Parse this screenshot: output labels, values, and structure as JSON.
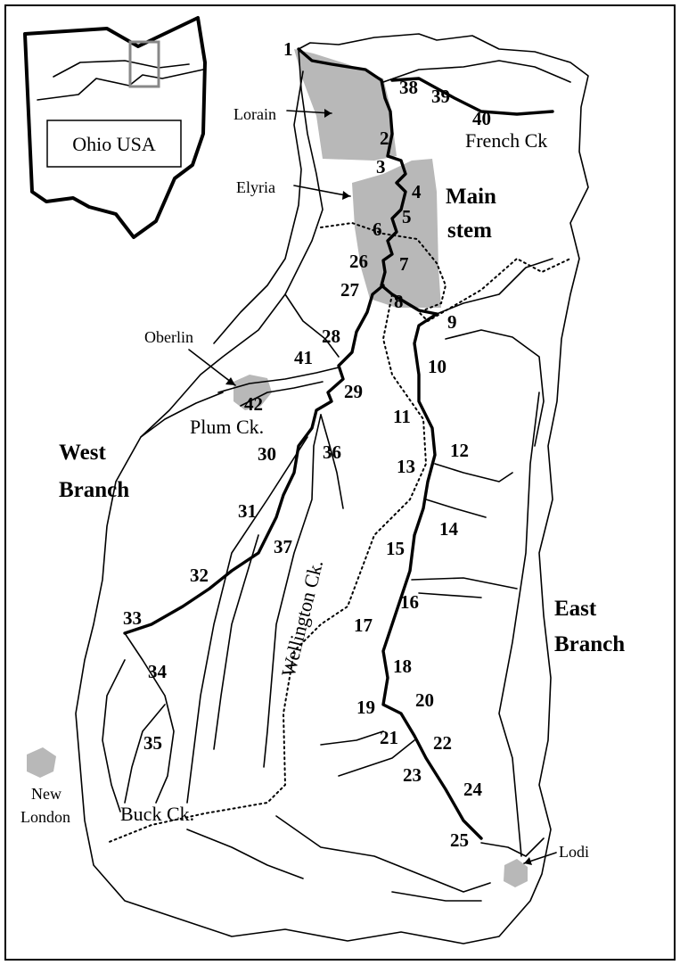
{
  "inset": {
    "label": "Ohio USA"
  },
  "regions": {
    "main_stem_line1": "Main",
    "main_stem_line2": "stem",
    "west_branch_line1": "West",
    "west_branch_line2": "Branch",
    "east_branch_line1": "East",
    "east_branch_line2": "Branch"
  },
  "places": {
    "lorain": "Lorain",
    "elyria": "Elyria",
    "oberlin": "Oberlin",
    "new_london_line1": "New",
    "new_london_line2": "London",
    "lodi": "Lodi"
  },
  "creeks": {
    "french": "French Ck",
    "plum": "Plum Ck.",
    "wellington": "Wellington Ck.",
    "buck": "Buck Ck."
  },
  "sites": [
    "1",
    "2",
    "3",
    "4",
    "5",
    "6",
    "7",
    "8",
    "9",
    "10",
    "11",
    "12",
    "13",
    "14",
    "15",
    "16",
    "17",
    "18",
    "19",
    "20",
    "21",
    "22",
    "23",
    "24",
    "25",
    "26",
    "27",
    "28",
    "29",
    "30",
    "31",
    "32",
    "33",
    "34",
    "35",
    "36",
    "37",
    "38",
    "39",
    "40",
    "41",
    "42"
  ],
  "colors": {
    "urban": "#b8b8b8",
    "ink": "#000000"
  }
}
